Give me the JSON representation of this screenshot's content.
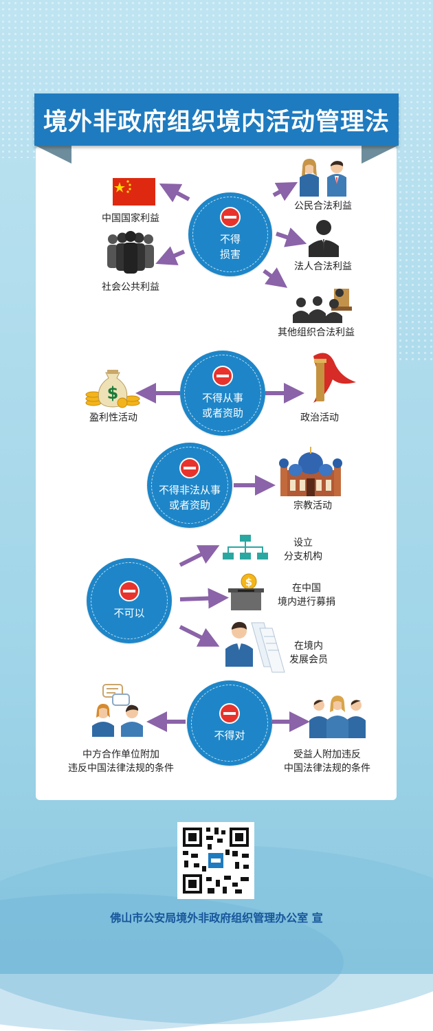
{
  "title": "境外非政府组织境内活动管理法",
  "sections": [
    {
      "circle_text": [
        "不得",
        "损害"
      ],
      "items": [
        "中国国家利益",
        "社会公共利益",
        "公民合法利益",
        "法人合法利益",
        "其他组织合法利益"
      ]
    },
    {
      "circle_text": [
        "不得从事",
        "或者资助"
      ],
      "items": [
        "盈利性活动",
        "政治活动"
      ]
    },
    {
      "circle_text": [
        "不得非法从事",
        "或者资助"
      ],
      "items": [
        "宗教活动"
      ]
    },
    {
      "circle_text": [
        "不可以"
      ],
      "items": [
        [
          "设立",
          "分支机构"
        ],
        [
          "在中国",
          "境内进行募捐"
        ],
        [
          "在境内",
          "发展会员"
        ]
      ]
    },
    {
      "circle_text": [
        "不得对"
      ],
      "items": [
        [
          "中方合作单位附加",
          "违反中国法律法规的条件"
        ],
        [
          "受益人附加违反",
          "中国法律法规的条件"
        ]
      ]
    }
  ],
  "footer": "佛山市公安局境外非政府组织管理办公室  宣",
  "colors": {
    "title_bar": "#1f7bbf",
    "circle": "#1e86c8",
    "arrow": "#8b63a8",
    "no_sign": "#e8332c",
    "footer_text": "#16559a"
  }
}
